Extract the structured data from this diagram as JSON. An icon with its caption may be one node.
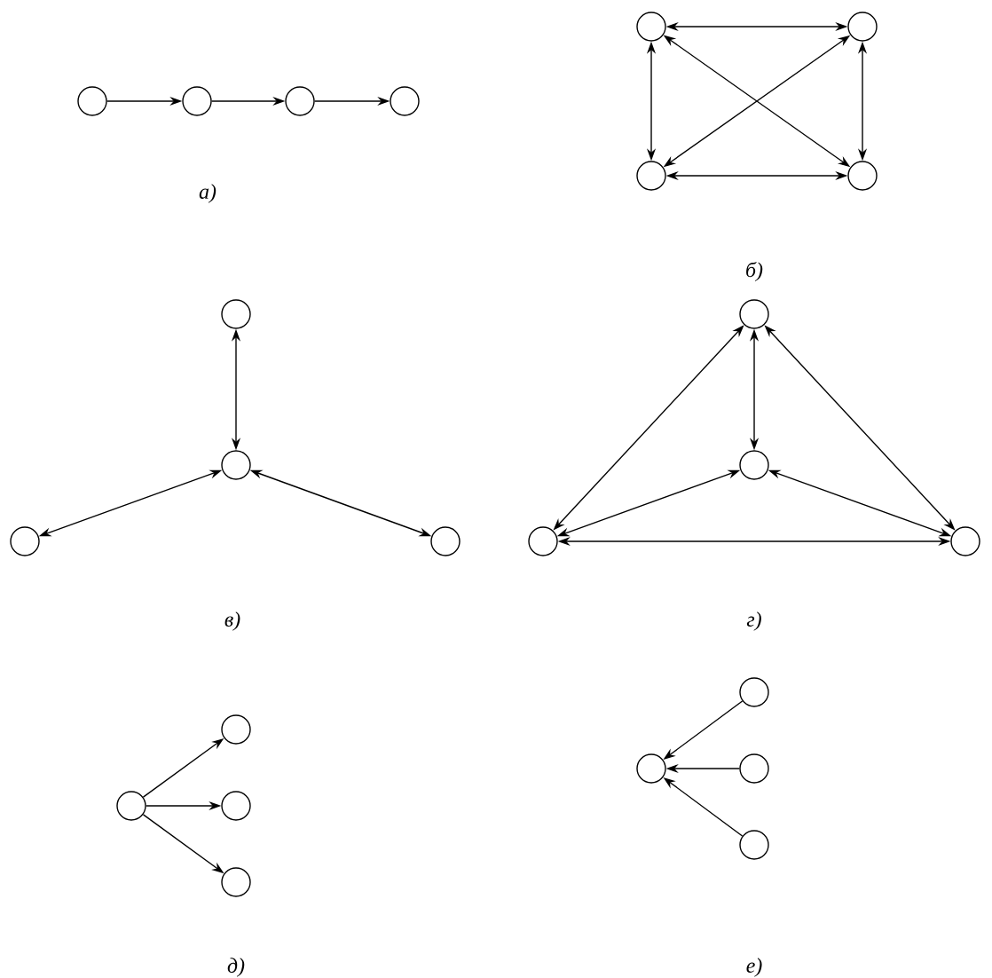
{
  "diagram": {
    "nodes": [
      {
        "text": [],
        "shape": "circle"
      },
      {
        "text": [],
        "shape": "circle"
      },
      {
        "text": [],
        "shape": "circle"
      },
      {
        "text": [],
        "shape": "circle"
      },
      {
        "text": [],
        "shape": "circle"
      },
      {
        "text": [],
        "shape": "circle"
      },
      {
        "text": [],
        "shape": "circle"
      },
      {
        "text": [],
        "shape": "circle"
      },
      {
        "text": [],
        "shape": "circle"
      },
      {
        "text": [],
        "shape": "circle"
      },
      {
        "text": [],
        "shape": "circle"
      },
      {
        "text": [],
        "shape": "circle"
      },
      {
        "text": [],
        "shape": "circle"
      },
      {
        "text": [],
        "shape": "circle"
      },
      {
        "text": [],
        "shape": "circle"
      },
      {
        "text": [],
        "shape": "circle"
      },
      {
        "text": [],
        "shape": "circle"
      },
      {
        "text": [],
        "shape": "circle"
      },
      {
        "text": [],
        "shape": "circle"
      },
      {
        "text": [],
        "shape": "circle"
      },
      {
        "text": [],
        "shape": "circle"
      },
      {
        "text": [],
        "shape": "circle"
      },
      {
        "text": [],
        "shape": "circle"
      },
      {
        "text": [],
        "shape": "circle"
      }
    ],
    "edges": [
      {
        "from": 0,
        "to": 1,
        "arrow": "to"
      },
      {
        "from": 1,
        "to": 2,
        "arrow": "to"
      },
      {
        "from": 2,
        "to": 3,
        "arrow": "to"
      },
      {
        "from": 4,
        "to": 5,
        "arrow": "both"
      },
      {
        "from": 4,
        "to": 6,
        "arrow": "both"
      },
      {
        "from": 5,
        "to": 7,
        "arrow": "both"
      },
      {
        "from": 6,
        "to": 7,
        "arrow": "both"
      },
      {
        "from": 4,
        "to": 7,
        "arrow": "both"
      },
      {
        "from": 5,
        "to": 6,
        "arrow": "both"
      },
      {
        "from": 8,
        "to": 9,
        "arrow": "both"
      },
      {
        "from": 9,
        "to": 10,
        "arrow": "both"
      },
      {
        "from": 9,
        "to": 11,
        "arrow": "both"
      },
      {
        "from": 12,
        "to": 13,
        "arrow": "both"
      },
      {
        "from": 12,
        "to": 14,
        "arrow": "both"
      },
      {
        "from": 12,
        "to": 15,
        "arrow": "both"
      },
      {
        "from": 13,
        "to": 14,
        "arrow": "both"
      },
      {
        "from": 13,
        "to": 15,
        "arrow": "both"
      },
      {
        "from": 14,
        "to": 15,
        "arrow": "both"
      },
      {
        "from": 16,
        "to": 17,
        "arrow": "to"
      },
      {
        "from": 16,
        "to": 18,
        "arrow": "to"
      },
      {
        "from": 16,
        "to": 19,
        "arrow": "to"
      },
      {
        "from": 21,
        "to": 20,
        "arrow": "to"
      },
      {
        "from": 22,
        "to": 20,
        "arrow": "to"
      },
      {
        "from": 23,
        "to": 20,
        "arrow": "to"
      }
    ],
    "labels": [
      "а)",
      "б)",
      "в)",
      "г)",
      "д)",
      "е)"
    ]
  }
}
